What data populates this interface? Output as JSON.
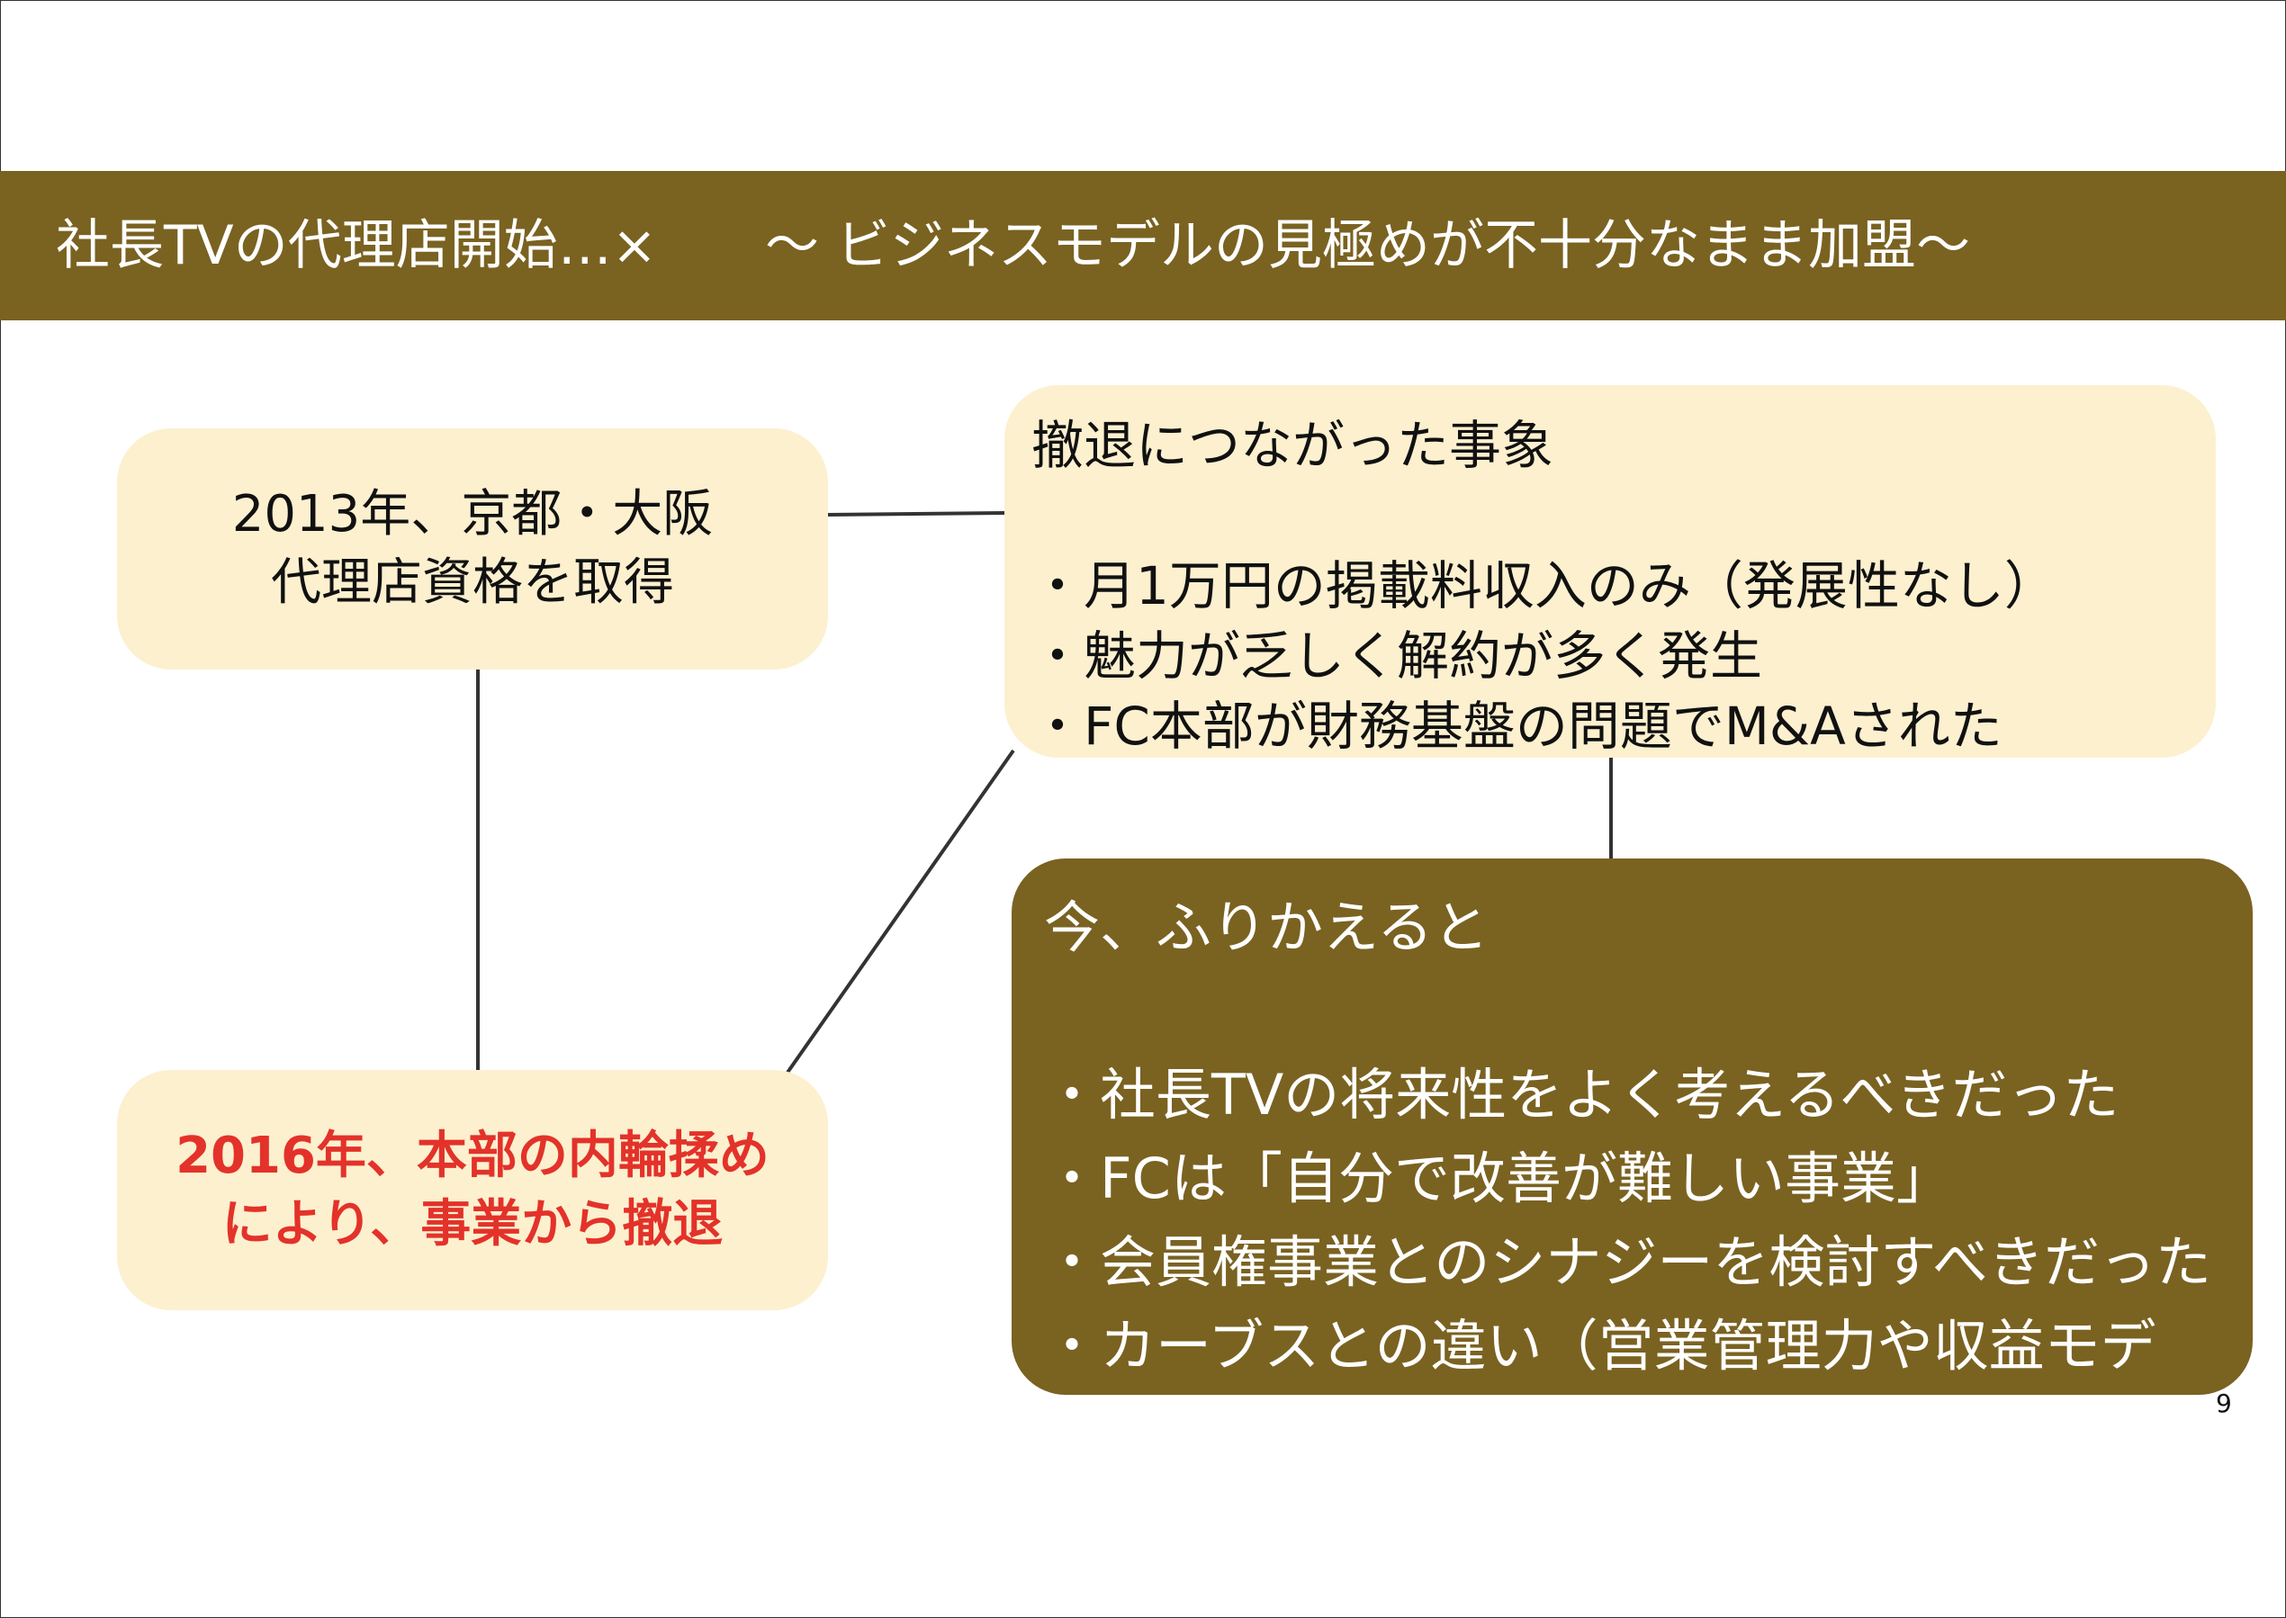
{
  "header": {
    "title": "社長TVの代理店開始…×　　～ ビジネスモデルの見極めが不十分なまま加盟～"
  },
  "box_2013": {
    "lines": [
      "2013年、京都・大阪",
      "代理店資格を取得"
    ]
  },
  "box_2016": {
    "lines": [
      "2016年、本部の内輪揉め",
      "により、事業から撤退"
    ]
  },
  "events": {
    "heading": "撤退につながった事象",
    "items": [
      "・月1万円の掲載料収入のみ（発展性なし）",
      "・魅力が乏しく解約が多く発生",
      "・FC本部が財務基盤の問題でM&Aされた"
    ]
  },
  "reflection": {
    "heading": "今、ふりかえると",
    "items": [
      "・社長TVの将来性をよく考えるべきだった",
      "・FCは「自分で改善が難しい事業」",
      "・会員権事業とのシナジーを検討すべきだった",
      "・カーブスとの違い（営業管理力や収益モデル）"
    ]
  },
  "page_number": "9",
  "colors": {
    "brand_brown": "#7a6221",
    "cream": "#fcf0cf",
    "alert_red": "#e3322a"
  }
}
